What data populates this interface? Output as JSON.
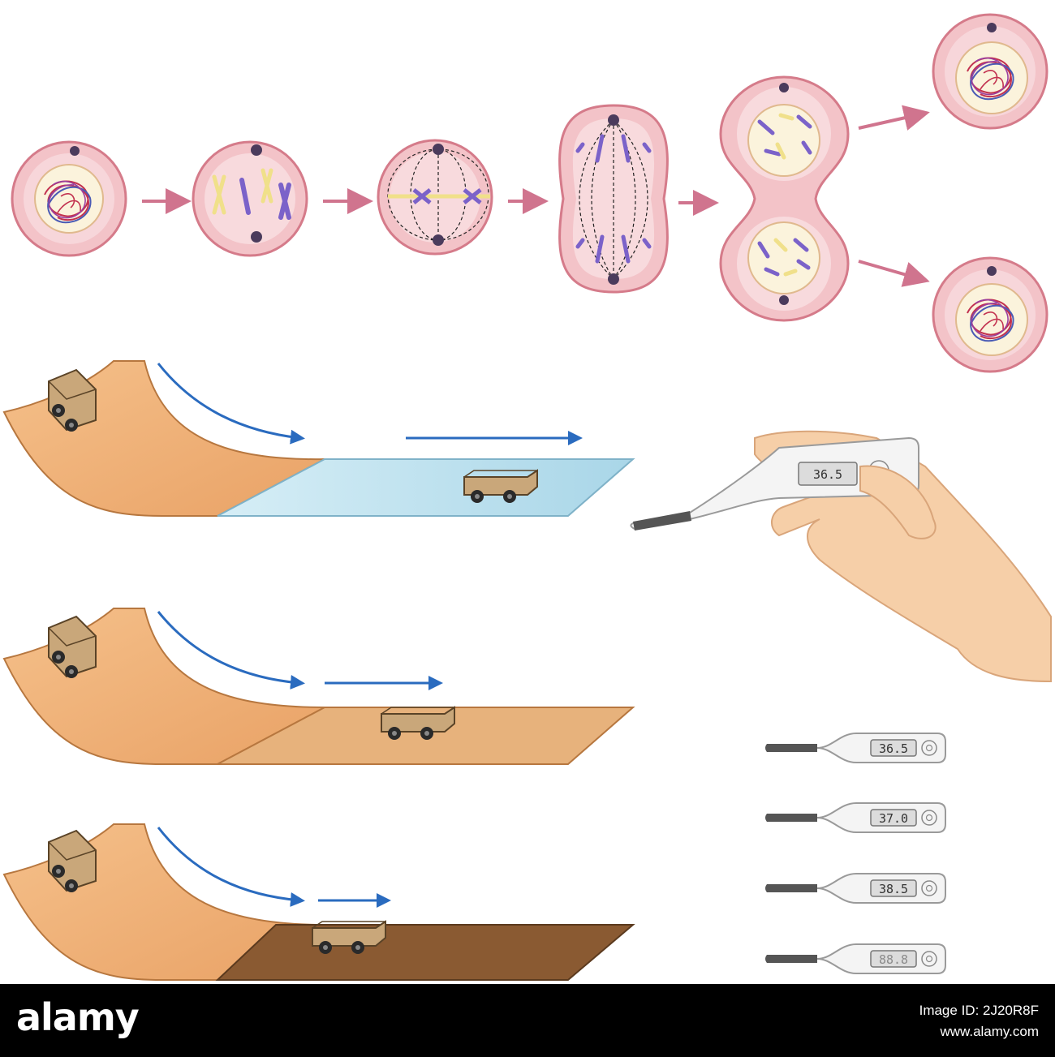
{
  "diagram": {
    "mitosis": {
      "stages": [
        "interphase",
        "prophase",
        "metaphase",
        "anaphase",
        "telophase",
        "daughter-cells"
      ]
    },
    "ramps": {
      "surfaces": [
        "glass",
        "wood",
        "soil"
      ],
      "arrow_color": "#2a6bbf"
    },
    "thermometer": {
      "held_reading": "36.5",
      "readings": [
        "36.5",
        "37.0",
        "38.5",
        "88.8"
      ]
    }
  },
  "footer": {
    "logo": "alamy",
    "line1": "Image ID: 2J20R8F",
    "line2": "www.alamy.com"
  }
}
